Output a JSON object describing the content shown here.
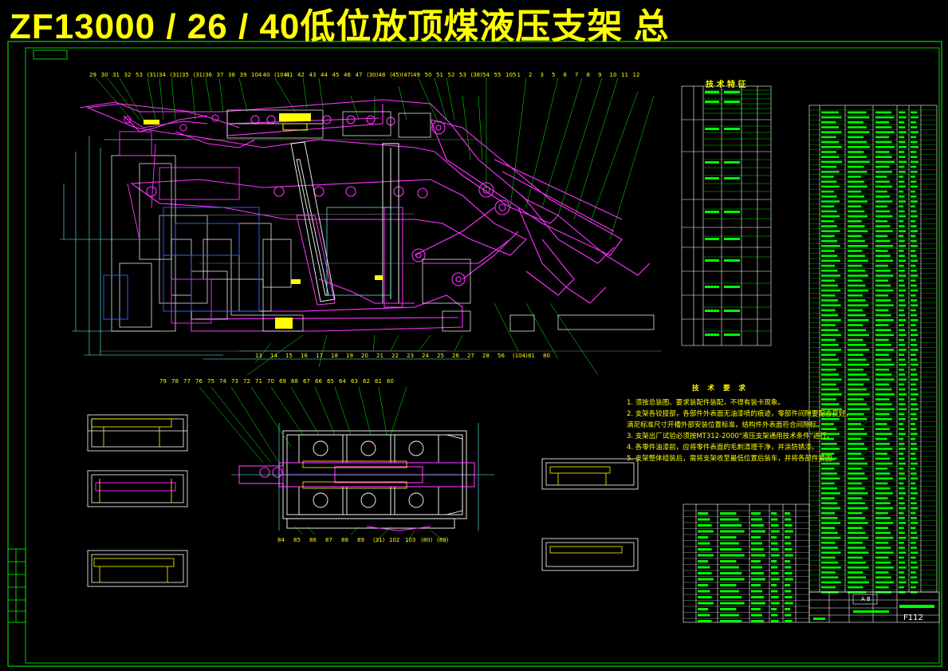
{
  "title": "ZF13000 / 26 / 40低位放顶煤液压支架 总",
  "tech_spec_title": "技 术 特 征",
  "tech_req": {
    "heading": "技 术 要 求",
    "items": [
      "1. 须按总装图、要求装配件装配，不得有装卡现象。",
      "2. 支架各铰接部，各部件外表面无油漆喷的痕迹，零部件间隙要配合良好，",
      "   满足标准尺寸开槽外部安装位置标准，结构件外表面符合间隙标。",
      "3. 支架出厂试验必须按MT312-2000\"液压支架通用技术条件\"进行。",
      "4. 各零件油漆前，应将零件表面的毛刺清理干净，并涂防锈漆。",
      "5. 支架整体组装后，需将支架收至最低位置后装车，并将各部件紧固。"
    ]
  },
  "title_block": {
    "sheet_no": "F112",
    "stamp": "A B"
  },
  "part_labels": [
    "29",
    "30",
    "31",
    "32",
    "53",
    "(31)",
    "34",
    "(31)",
    "35",
    "(31)",
    "36",
    "37",
    "38",
    "39",
    "104",
    "40",
    "(104)",
    "41",
    "42",
    "43",
    "44",
    "45",
    "46",
    "47",
    "(30)",
    "48",
    "(45)",
    "(47)",
    "49",
    "50",
    "51",
    "52",
    "53",
    "(38)",
    "54",
    "55",
    "105",
    "1",
    "2",
    "3",
    "5",
    "6",
    "7",
    "8",
    "9",
    "10",
    "11",
    "12",
    "13",
    "14",
    "15",
    "16",
    "17",
    "18",
    "19",
    "20",
    "21",
    "22",
    "23",
    "24",
    "25",
    "26",
    "27",
    "28",
    "56",
    "(104)",
    "81",
    "80",
    "79",
    "78",
    "77",
    "76",
    "75",
    "74",
    "73",
    "72",
    "71",
    "70",
    "69",
    "68",
    "67",
    "66",
    "65",
    "64",
    "63",
    "62",
    "61",
    "60",
    "84",
    "85",
    "86",
    "87",
    "88",
    "89",
    "(31)",
    "102",
    "103",
    "(80)",
    "(89)"
  ]
}
